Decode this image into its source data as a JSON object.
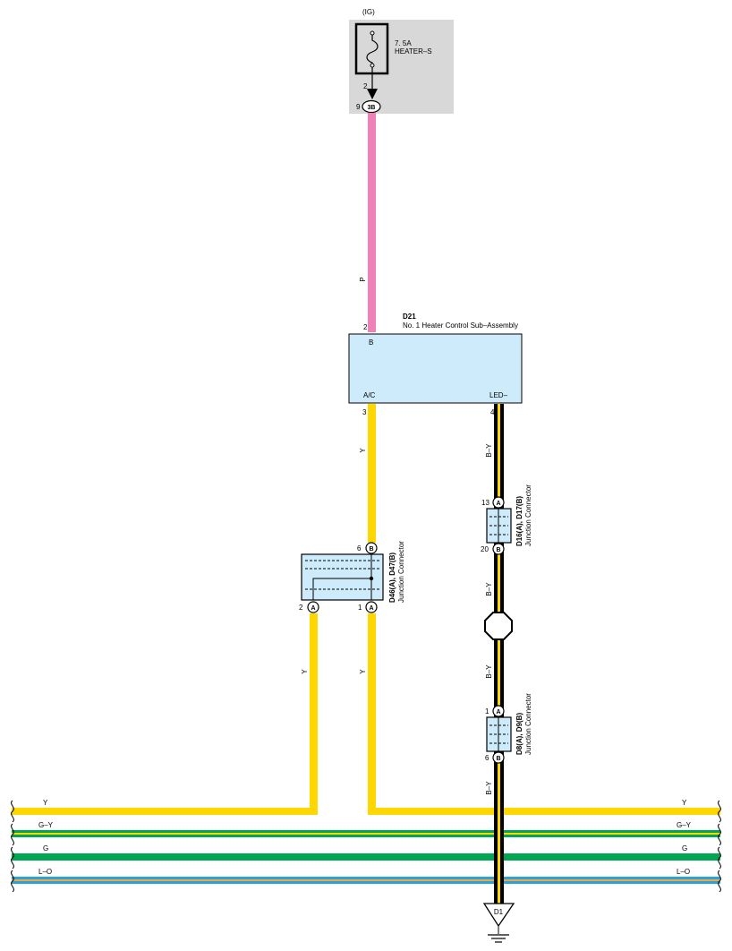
{
  "fuse": {
    "power_source": "(IG)",
    "rating": "7. 5A",
    "name": "HEATER–S",
    "pin_in": "2",
    "connector": "3B",
    "connector_pin": "9"
  },
  "wires": {
    "pink": "P",
    "ac": "Y",
    "led": "B–Y",
    "led_mid": "B–Y",
    "led_low": "B–Y",
    "led_bottom": "B–Y",
    "left_drop": "Y",
    "right_drop": "Y"
  },
  "component": {
    "id": "D21",
    "name": "No.  1 Heater Control Sub–Assembly",
    "pin_b_num": "2",
    "pin_b": "B",
    "pin_ac": "A/C",
    "pin_led": "LED–",
    "pin_ac_num": "3",
    "pin_led_num": "4"
  },
  "jc_d46": {
    "id": "D46(A), D47(B)",
    "type": "Junction Connector",
    "top_pin": "6",
    "top_conn": "B",
    "left_pin": "2",
    "left_conn": "A",
    "right_pin": "1",
    "right_conn": "A"
  },
  "jc_d16": {
    "id": "D16(A), D17(B)",
    "type": "Junction Connector",
    "top_pin": "13",
    "top_conn": "A",
    "bottom_pin": "20",
    "bottom_conn": "B"
  },
  "jc_d8": {
    "id": "D8(A), D9(B)",
    "type": "Junction Connector",
    "top_pin": "1",
    "top_conn": "A",
    "bottom_pin": "6",
    "bottom_conn": "B"
  },
  "buses": [
    {
      "left": "Y",
      "right": "Y"
    },
    {
      "left": "G–Y",
      "right": "G–Y"
    },
    {
      "left": "G",
      "right": "G"
    },
    {
      "left": "L–O",
      "right": "L–O"
    }
  ],
  "ground": "D1",
  "colors": {
    "yellow": "#FFD700",
    "pink": "#F080B8",
    "green": "#00A651",
    "blue": "#29A3DC",
    "component_fill": "#CDEBFA",
    "fuse_bg": "#D8D8D8"
  }
}
